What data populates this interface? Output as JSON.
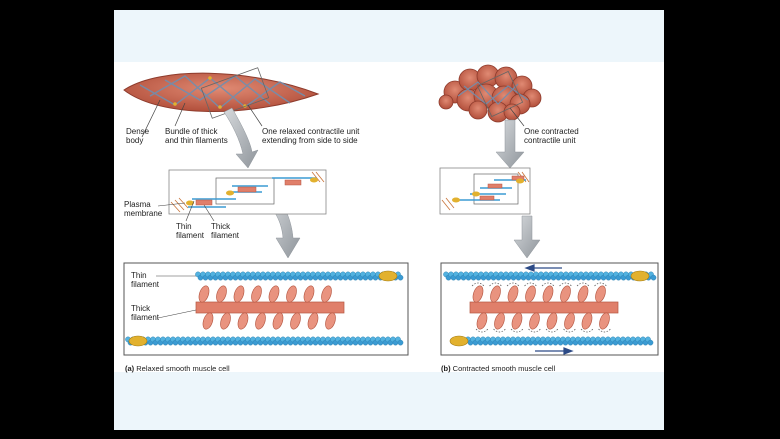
{
  "labels": {
    "dense_body_1": "Dense",
    "dense_body_2": "body",
    "bundle_1": "Bundle of thick",
    "bundle_2": "and thin filaments",
    "relaxed_unit_1": "One relaxed contractile unit",
    "relaxed_unit_2": "extending from side to side",
    "contracted_unit_1": "One contracted",
    "contracted_unit_2": "contractile unit",
    "plasma_1": "Plasma",
    "plasma_2": "membrane",
    "thin_small_1": "Thin",
    "thin_small_2": "filament",
    "thick_small_1": "Thick",
    "thick_small_2": "filament",
    "thin_big_1": "Thin",
    "thin_big_2": "filament",
    "thick_big_1": "Thick",
    "thick_big_2": "filament"
  },
  "captions": {
    "a_letter": "(a)",
    "a_text": "Relaxed smooth muscle cell",
    "b_letter": "(b)",
    "b_text": "Contracted smooth muscle cell"
  },
  "colors": {
    "cell_fill": "#c8654f",
    "cell_outline": "#8e3b2c",
    "filament_blue": "#3b9bd3",
    "thick_filament": "#e07f6a",
    "myosin_head": "#e9937f",
    "dense_body": "#e2b12e",
    "arrow_gray": "#9ea3a8",
    "direction_arrow": "#2c4a86",
    "slide_band": "#edf6fb"
  }
}
